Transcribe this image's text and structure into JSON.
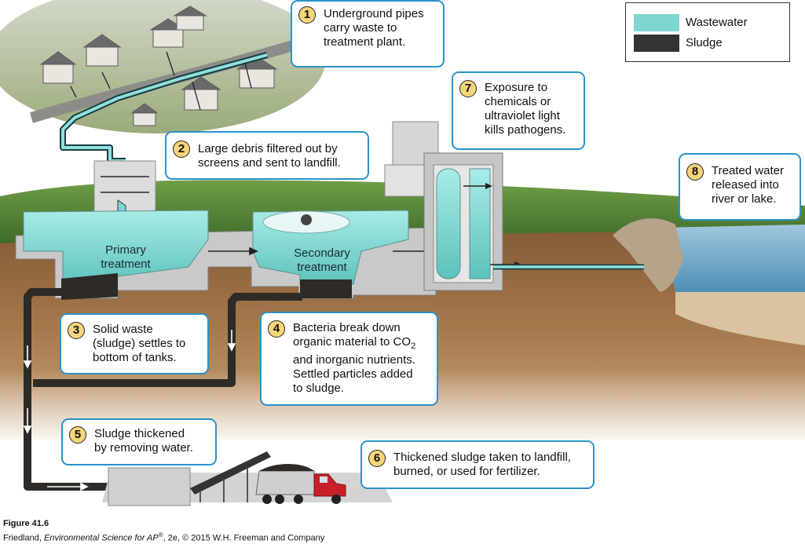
{
  "legend": {
    "items": [
      {
        "label": "Wastewater",
        "color": "#7fd6d0"
      },
      {
        "label": "Sludge",
        "color": "#333333"
      }
    ]
  },
  "steps": [
    {
      "number": "1",
      "text": "Underground pipes\ncarry waste to\ntreatment plant."
    },
    {
      "number": "2",
      "text": "Large debris filtered out by\nscreens and sent to landfill."
    },
    {
      "number": "3",
      "text": "Solid waste\n(sludge) settles to\nbottom of tanks."
    },
    {
      "number": "4",
      "text_before_sub": "Bacteria break down\norganic material to CO",
      "subscript": "2",
      "text_after_sub": "\nand inorganic nutrients.\nSettled particles added\nto sludge."
    },
    {
      "number": "5",
      "text": "Sludge thickened\nby removing water."
    },
    {
      "number": "6",
      "text": "Thickened sludge taken to landfill,\nburned, or used for fertilizer."
    },
    {
      "number": "7",
      "text": "Exposure to\nchemicals or\nultraviolet light\nkills pathogens."
    },
    {
      "number": "8",
      "text": "Treated water\nreleased into\nriver or lake."
    }
  ],
  "tanks": {
    "primary": "Primary\ntreatment",
    "secondary": "Secondary\ntreatment"
  },
  "caption": {
    "figure": "Figure 41.6",
    "source_author": "Friedland, ",
    "source_title": "Environmental Science for AP",
    "source_reg": "®",
    "source_rest": ", 2e, © 2015 W.H. Freeman and Company"
  },
  "colors": {
    "wastewater": "#7fd6d0",
    "sludge": "#333333",
    "callout_border": "#2a93c9",
    "number_badge": "#f6d57a",
    "soil": "#a77a4f",
    "grass": "#5f8f3d",
    "concrete": "#c9c9c9",
    "lake": "#6ea8c9"
  }
}
